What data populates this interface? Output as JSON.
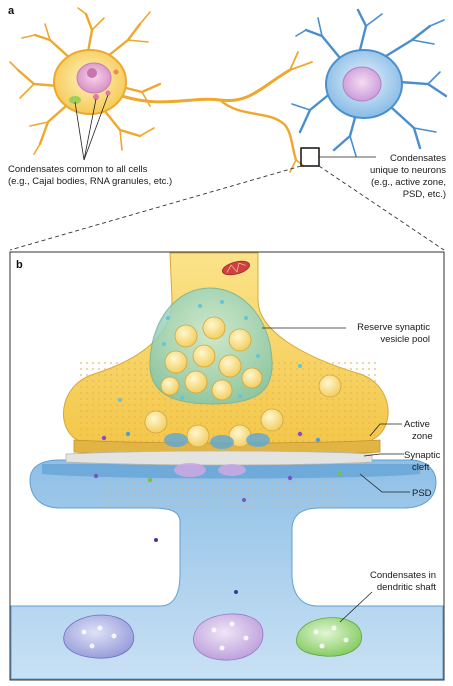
{
  "panel_a": {
    "letter": "a",
    "label_common": [
      "Condensates common to all cells",
      "(e.g., Cajal bodies, RNA granules, etc.)"
    ],
    "label_unique": [
      "Condensates",
      "unique to neurons",
      "(e.g., active zone,",
      "PSD, etc.)"
    ]
  },
  "panel_b": {
    "letter": "b",
    "label_reserve": [
      "Reserve synaptic",
      "vesicle pool"
    ],
    "label_active_zone": [
      "Active",
      "zone"
    ],
    "label_cleft": [
      "Synaptic",
      "cleft"
    ],
    "label_psd": "PSD",
    "label_dendritic": [
      "Condensates in",
      "dendritic shaft"
    ]
  },
  "colors": {
    "left_neuron": "#f0b63a",
    "left_cell_body": "#f8e49a",
    "nucleus": "#e6a3d0",
    "right_neuron": "#4f93cf",
    "presynaptic": "#f7d36a",
    "postsynaptic": "#a9cdea",
    "psd": "#5f9fd4",
    "reserve_pool": "#9fd6c3",
    "condensate_blue": "#9fa4dc",
    "condensate_purple": "#c8aee0",
    "condensate_green": "#8fd46c"
  }
}
